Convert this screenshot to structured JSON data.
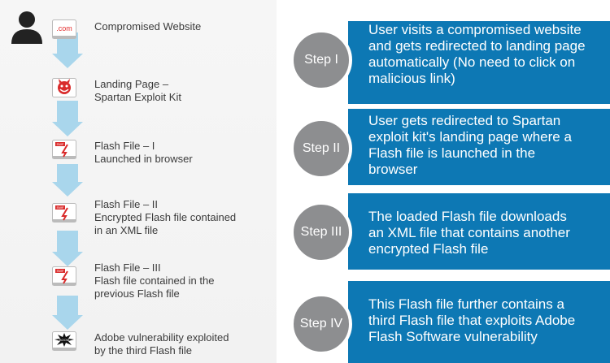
{
  "chain": [
    {
      "icon": "dotcom-icon",
      "badge": ".com",
      "lines": [
        "Compromised Website"
      ]
    },
    {
      "icon": "devil-icon",
      "lines": [
        "Landing Page –",
        "Spartan Exploit Kit"
      ]
    },
    {
      "icon": "flash-file-icon",
      "badge": "SWF",
      "lines": [
        "Flash File – I",
        "Launched in browser"
      ]
    },
    {
      "icon": "flash-file-icon",
      "badge": "SWF",
      "lines": [
        "Flash File – II",
        "Encrypted Flash file contained",
        "in an XML file"
      ]
    },
    {
      "icon": "flash-file-icon",
      "badge": "SWF",
      "lines": [
        "Flash File – III",
        "Flash file contained in the",
        "previous Flash file"
      ]
    },
    {
      "icon": "boom-icon",
      "badge": "BOOM",
      "lines": [
        "Adobe vulnerability exploited",
        "by the third Flash file"
      ]
    }
  ],
  "steps": [
    {
      "label": "Step I",
      "lines": [
        "User visits a compromised website",
        "and gets redirected to landing page",
        "automatically (No need to click on",
        "malicious link)"
      ]
    },
    {
      "label": "Step II",
      "lines": [
        "User gets redirected to Spartan",
        "exploit kit's landing page where a",
        "Flash file is launched in the",
        "browser"
      ]
    },
    {
      "label": "Step III",
      "lines": [
        "The loaded Flash file downloads",
        "an XML file that contains another",
        "encrypted Flash file"
      ]
    },
    {
      "label": "Step IV",
      "lines": [
        "This Flash file further contains a",
        "third Flash file that exploits Adobe",
        "Flash Software vulnerability"
      ]
    }
  ],
  "colors": {
    "step_band": "#0d78b4",
    "step_circle": "#8d8e90",
    "arrow": "#a9d6ec",
    "text": "#3b3b3b"
  }
}
